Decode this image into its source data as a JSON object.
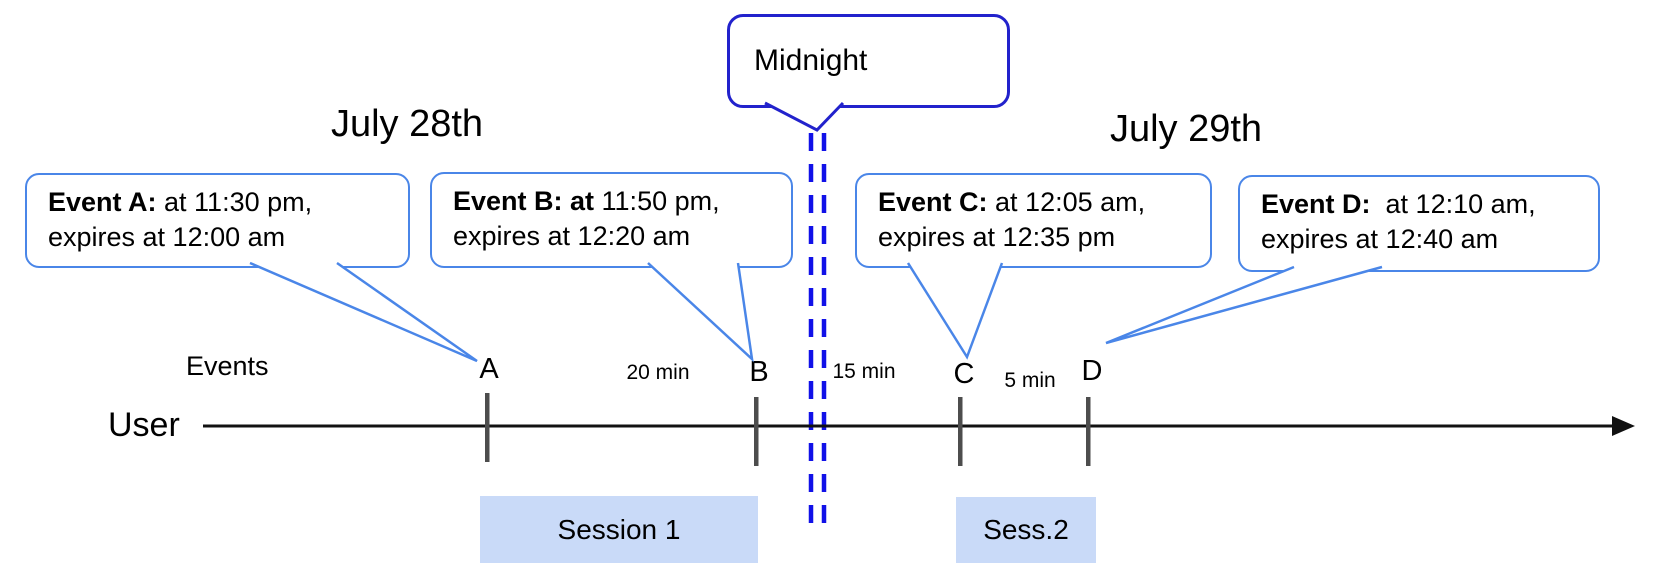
{
  "dates": {
    "left": "July 28th",
    "right": "July 29th"
  },
  "midnight": {
    "label": "Midnight"
  },
  "callouts": [
    {
      "id": "A",
      "bold": "Event A:",
      "rest": " at 11:30 pm,",
      "line2": "expires at 12:00 am"
    },
    {
      "id": "B",
      "bold": "Event B: at",
      "rest": " 11:50 pm,",
      "line2": "expires at 12:20 am"
    },
    {
      "id": "C",
      "bold": "Event C:",
      "rest": " at 12:05 am,",
      "line2": "expires at 12:35 pm"
    },
    {
      "id": "D",
      "bold": "Event D:",
      "rest": "  at 12:10 am,",
      "line2": "expires at 12:40 am"
    }
  ],
  "axis": {
    "events_label": "Events",
    "user_label": "User"
  },
  "tick_labels": [
    "A",
    "B",
    "C",
    "D"
  ],
  "gap_labels": [
    "20 min",
    "15 min",
    "5 min"
  ],
  "sessions": [
    {
      "label": "Session 1"
    },
    {
      "label": "Sess.2"
    }
  ],
  "colors": {
    "callout_border": "#4a86e8",
    "midnight_border": "#2222cc",
    "dash": "#1111e8",
    "session_fill": "#c9daf8",
    "tick": "#4d4d4d",
    "timeline": "#111111"
  }
}
